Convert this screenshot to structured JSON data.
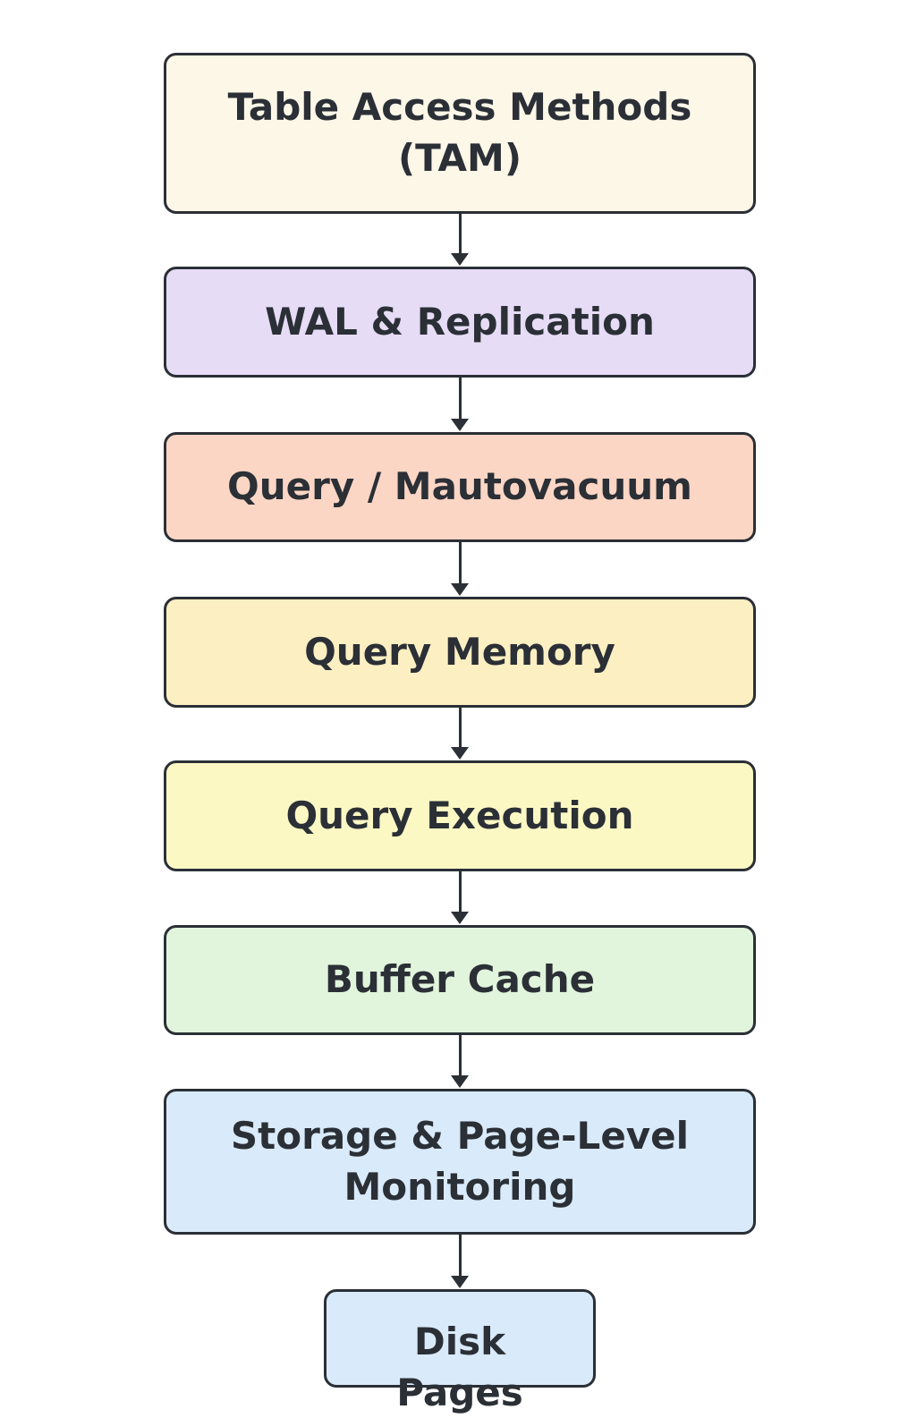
{
  "diagram": {
    "nodes": [
      {
        "id": "tam",
        "label": "Table Access Methods\n(TAM)",
        "color": "#fdf7e8"
      },
      {
        "id": "wal",
        "label": "WAL & Replication",
        "color": "#e6dcf6"
      },
      {
        "id": "autovacuum",
        "label": "Query / Mautovacuum",
        "color": "#fbd6c5"
      },
      {
        "id": "memory",
        "label": "Query Memory",
        "color": "#fcefc2"
      },
      {
        "id": "execution",
        "label": "Query Execution",
        "color": "#fcf8c4"
      },
      {
        "id": "buffer",
        "label": "Buffer Cache",
        "color": "#e1f5dc"
      },
      {
        "id": "storage",
        "label": "Storage & Page-Level\nMonitoring",
        "color": "#d9eafa"
      },
      {
        "id": "disk",
        "label": "Disk Pages",
        "color": "#d9eafa"
      }
    ],
    "edges": [
      {
        "from": "tam",
        "to": "wal"
      },
      {
        "from": "wal",
        "to": "autovacuum"
      },
      {
        "from": "autovacuum",
        "to": "memory"
      },
      {
        "from": "memory",
        "to": "execution"
      },
      {
        "from": "execution",
        "to": "buffer"
      },
      {
        "from": "buffer",
        "to": "storage"
      },
      {
        "from": "storage",
        "to": "disk"
      }
    ],
    "border_color": "#2b2f36",
    "text_color": "#2b2f36"
  }
}
